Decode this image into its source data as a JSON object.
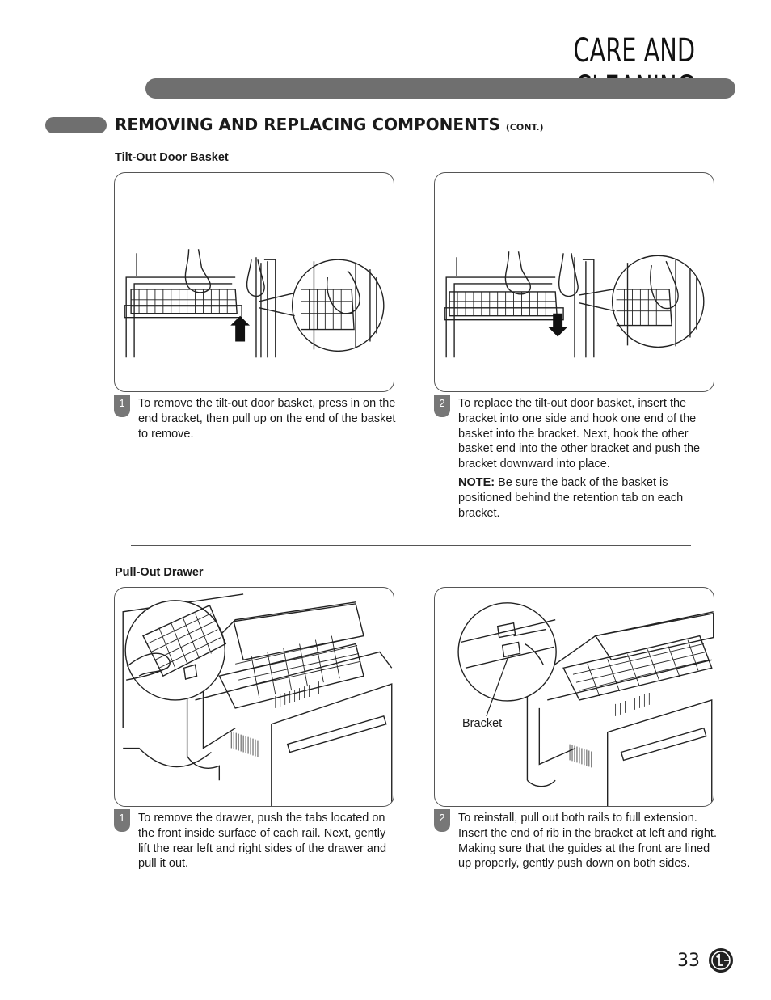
{
  "header": {
    "title": "CARE AND CLEANING"
  },
  "section": {
    "heading": "REMOVING AND REPLACING COMPONENTS",
    "heading_suffix": "(CONT.)"
  },
  "tilt_out": {
    "subheading": "Tilt-Out Door Basket",
    "step1": {
      "number": "1",
      "text": "To remove the tilt-out door basket, press in on the end bracket, then pull up on the end of the basket to remove."
    },
    "step2": {
      "number": "2",
      "text": "To replace the tilt-out door basket, insert the bracket into one side and hook one end of the basket into the bracket. Next, hook the other basket end into the other bracket and push the bracket downward into place.",
      "note_label": "NOTE:",
      "note_text": " Be sure the back of the basket is positioned behind the retention tab on each bracket."
    }
  },
  "pull_out": {
    "subheading": "Pull-Out Drawer",
    "bracket_label": "Bracket",
    "step1": {
      "number": "1",
      "text": "To remove the drawer, push the tabs located on the front inside surface of each rail. Next, gently lift the rear left and right sides of the drawer and pull it out."
    },
    "step2": {
      "number": "2",
      "text": "To reinstall, pull out both rails to full extension. Insert the end of rib in the bracket at left and right. Making sure that the guides at the front are lined up properly, gently push down on both sides."
    }
  },
  "footer": {
    "page_number": "33",
    "logo_icon": "lg-logo-icon"
  },
  "colors": {
    "bar_gray": "#6f6f6f",
    "tab_gray": "#777777",
    "line_dark": "#555555"
  }
}
